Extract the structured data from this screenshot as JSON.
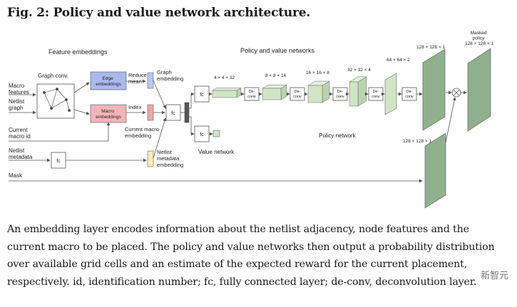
{
  "figure": {
    "title": "Fig. 2: Policy and value network architecture.",
    "caption": "An embedding layer encodes information about the netlist adjacency, node features and the current macro to be placed. The policy and value networks then output a probability distribution over available grid cells and an estimate of the expected reward for the current placement, respectively. id, identification number; fc, fully connected layer; de-conv, deconvolution layer."
  },
  "diagram": {
    "section_feature_embeddings": "Feature embeddings",
    "section_policy_value": "Policy and value networks",
    "inputs": {
      "macro_features": [
        "Macro",
        "features"
      ],
      "netlist_graph": [
        "Netlist",
        "graph"
      ],
      "current_macro_id": [
        "Current",
        "macro id"
      ],
      "netlist_metadata": [
        "Netlist",
        "metadata"
      ],
      "mask": "Mask"
    },
    "graph_conv": "Graph conv.",
    "edge_embeddings": [
      "Edge",
      "embeddings"
    ],
    "macro_embeddings": [
      "Macro",
      "embeddings"
    ],
    "reduce_mean": [
      "Reduce",
      "mean"
    ],
    "index": "Index",
    "graph_embedding": [
      "Graph",
      "embedding"
    ],
    "current_macro_embedding": [
      "Current macro",
      "embedding"
    ],
    "netlist_metadata_embedding": [
      "Netlist",
      "metadata",
      "embedding"
    ],
    "fc": "fc",
    "deconv": [
      "De-",
      "conv"
    ],
    "shapes": [
      "4 × 4 × 32",
      "8 × 8 × 16",
      "16 × 16 × 8",
      "32 × 32 × 4",
      "64 × 64 × 2",
      "128 × 128 × 1",
      "128 × 128 × 1"
    ],
    "masked_policy": [
      "Masked",
      "policy",
      "128 × 128 × 1"
    ],
    "policy_network": "Policy network",
    "value_network": "Value network",
    "colors": {
      "edge_embeddings": "#a9b9ee",
      "macro_embeddings": "#f3b3b8",
      "graph_embedding": "#b9c8f2",
      "current_macro_embedding": "#f1a5ab",
      "metadata_embedding": "#f7edb4",
      "layer_green": "#cfe5c6",
      "big_green": "#8fb08c"
    }
  },
  "watermark": "新智元"
}
